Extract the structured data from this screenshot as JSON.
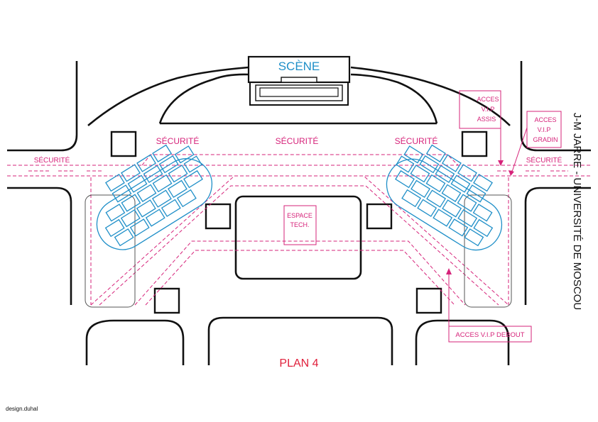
{
  "plan": {
    "stage_label": "SCÈNE",
    "security_labels": [
      "SÉCURITÉ",
      "SÉCURITÉ",
      "SÉCURITÉ",
      "SÉCURITÉ",
      "SÉCURITÉ"
    ],
    "tech_space": [
      "ESPACE",
      "TECH."
    ],
    "acces_vip_assis": [
      "ACCES",
      "V.I.P",
      "ASSIS"
    ],
    "acces_vip_gradin": [
      "ACCES",
      "V.I.P",
      "GRADIN"
    ],
    "acces_vip_debout": "ACCES V.I.P  DEBOUT",
    "plan_title": "PLAN 4",
    "side_title": "J-M JARRE - UNIVERSITÉ DE MOSCOU",
    "credit": "design.duhal",
    "colors": {
      "security": "#d6237a",
      "stage": "#1f8fc8",
      "seating": "#1f8fc8",
      "title": "#e0203c",
      "roads": "#111111"
    }
  }
}
